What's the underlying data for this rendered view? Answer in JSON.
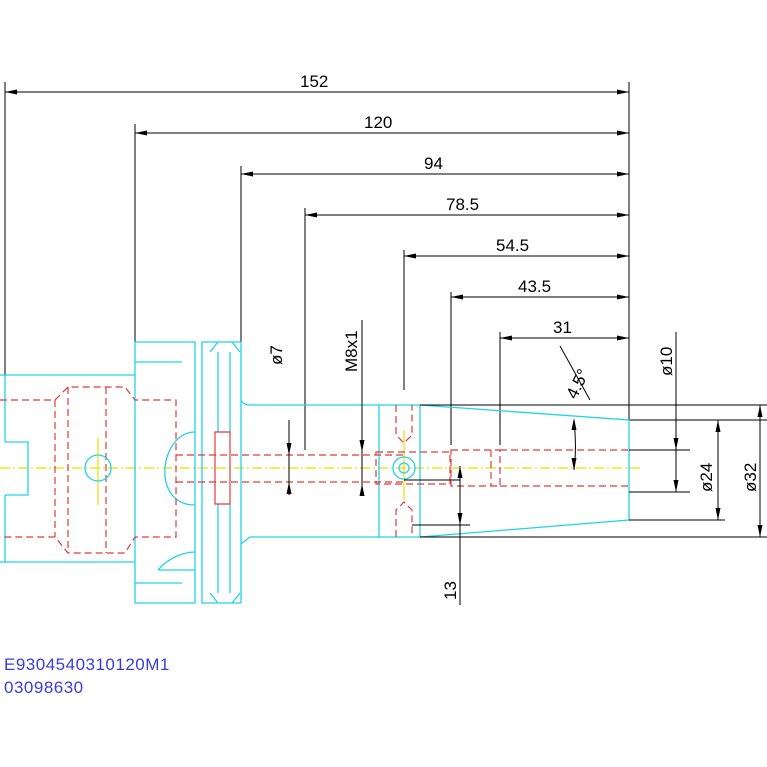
{
  "dimensions": {
    "d152": "152",
    "d120": "120",
    "d94": "94",
    "d78_5": "78.5",
    "d54_5": "54.5",
    "d43_5": "43.5",
    "d31": "31",
    "dia7": "ø7",
    "m8x1": "M8x1",
    "angle": "4.5°",
    "dia10": "ø10",
    "dia24": "ø24",
    "dia32": "ø32",
    "d13": "13"
  },
  "codes": {
    "line1": "E9304540310120M1",
    "line2": "03098630"
  },
  "colors": {
    "dimension": "#000000",
    "outline": "#22d3e8",
    "hidden": "#e23b3b",
    "centerline": "#e8e000",
    "code_text": "#3c3cdc"
  }
}
